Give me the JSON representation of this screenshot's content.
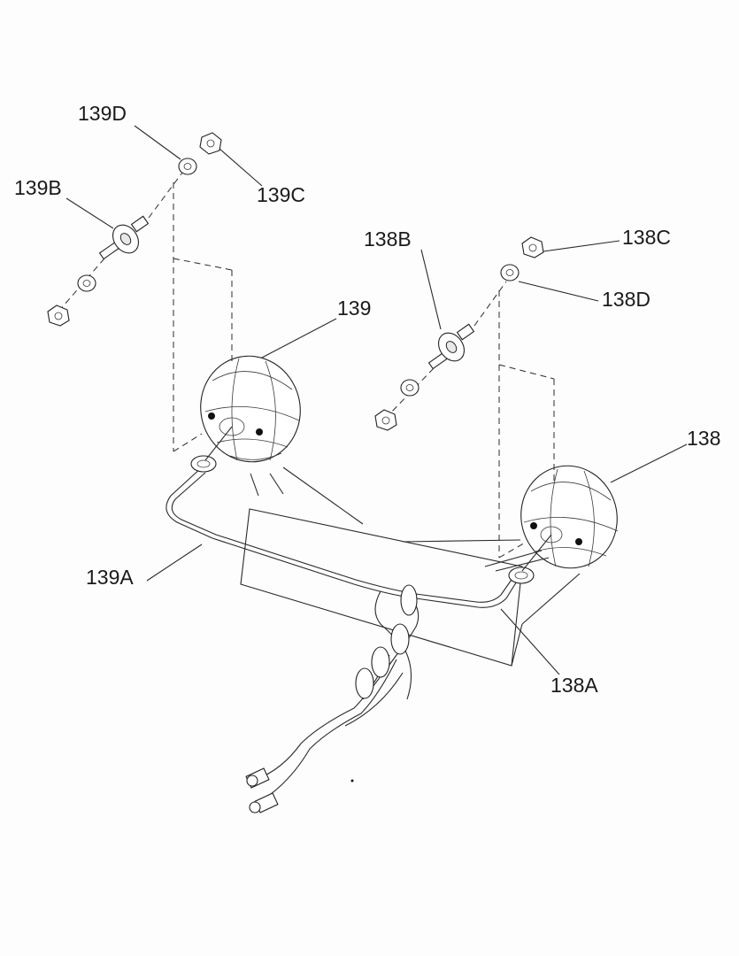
{
  "diagram": {
    "labels": {
      "l139D": "139D",
      "l139B": "139B",
      "l139C": "139C",
      "l138B": "138B",
      "l138C": "138C",
      "l138D": "138D",
      "l139": "139",
      "l138": "138",
      "l139A": "139A",
      "l138A": "138A"
    }
  }
}
